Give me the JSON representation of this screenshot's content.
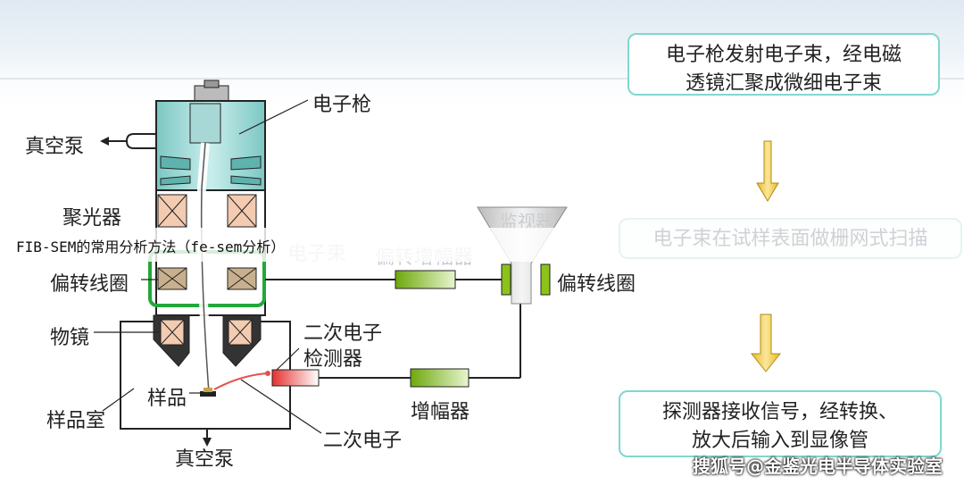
{
  "labels": {
    "electron_gun": "电子枪",
    "vacuum_pump_left": "真空泵",
    "condenser": "聚光器",
    "electron_beam": "电子束",
    "deflection_coil_left": "偏转线圈",
    "deflection_amplifier": "偏转增幅器",
    "monitor": "监视器",
    "deflection_coil_right": "偏转线圈",
    "objective": "物镜",
    "secondary_detector_line1": "二次电子",
    "secondary_detector_line2": "检测器",
    "sample_chamber": "样品室",
    "sample": "样品",
    "amplifier": "增幅器",
    "secondary_electron": "二次电子",
    "vacuum_pump_bottom": "真空泵"
  },
  "steps": {
    "step1_line1": "电子枪发射电子束，经电磁",
    "step1_line2": "透镜汇聚成微细电子束",
    "step2": "电子束在试样表面做栅网式扫描",
    "step3_line1": "探测器接收信号，经转换、",
    "step3_line2": "放大后输入到显像管"
  },
  "overlay_caption": "FIB-SEM的常用分析方法（fe-sem分析）",
  "watermark": "搜狐号@金鉴光电半导体实验室",
  "colors": {
    "gun_body": "#9ed9d6",
    "coil": "#f2cbb0",
    "amplifier_green": "#8cc21a",
    "highlight_green": "#22a83a",
    "box_border": "#7fd8d0",
    "arrow_fill": "#f3d34a"
  }
}
